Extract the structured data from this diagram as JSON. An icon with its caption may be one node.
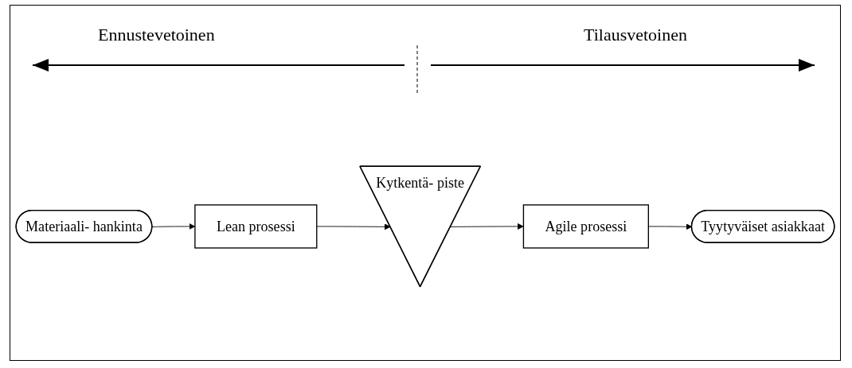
{
  "diagram": {
    "nodes": [
      {
        "text": [
          "Materiaali- hankinta"
        ]
      },
      {
        "text": [
          "Lean prosessi"
        ]
      },
      {
        "text": [
          "Kytkentä- piste"
        ]
      },
      {
        "text": [
          "Agile prosessi"
        ]
      },
      {
        "text": [
          "Tyytyväiset asiakkaat"
        ]
      }
    ],
    "edges": [
      {
        "from": 0,
        "to": 1,
        "arrow": "to"
      },
      {
        "from": 1,
        "to": 2,
        "arrow": "to"
      },
      {
        "from": 2,
        "to": 3,
        "arrow": "to"
      },
      {
        "from": 3,
        "to": 4,
        "arrow": "to"
      }
    ],
    "labels": [
      "Ennustevetoinen",
      "Tilausvetoinen"
    ]
  }
}
